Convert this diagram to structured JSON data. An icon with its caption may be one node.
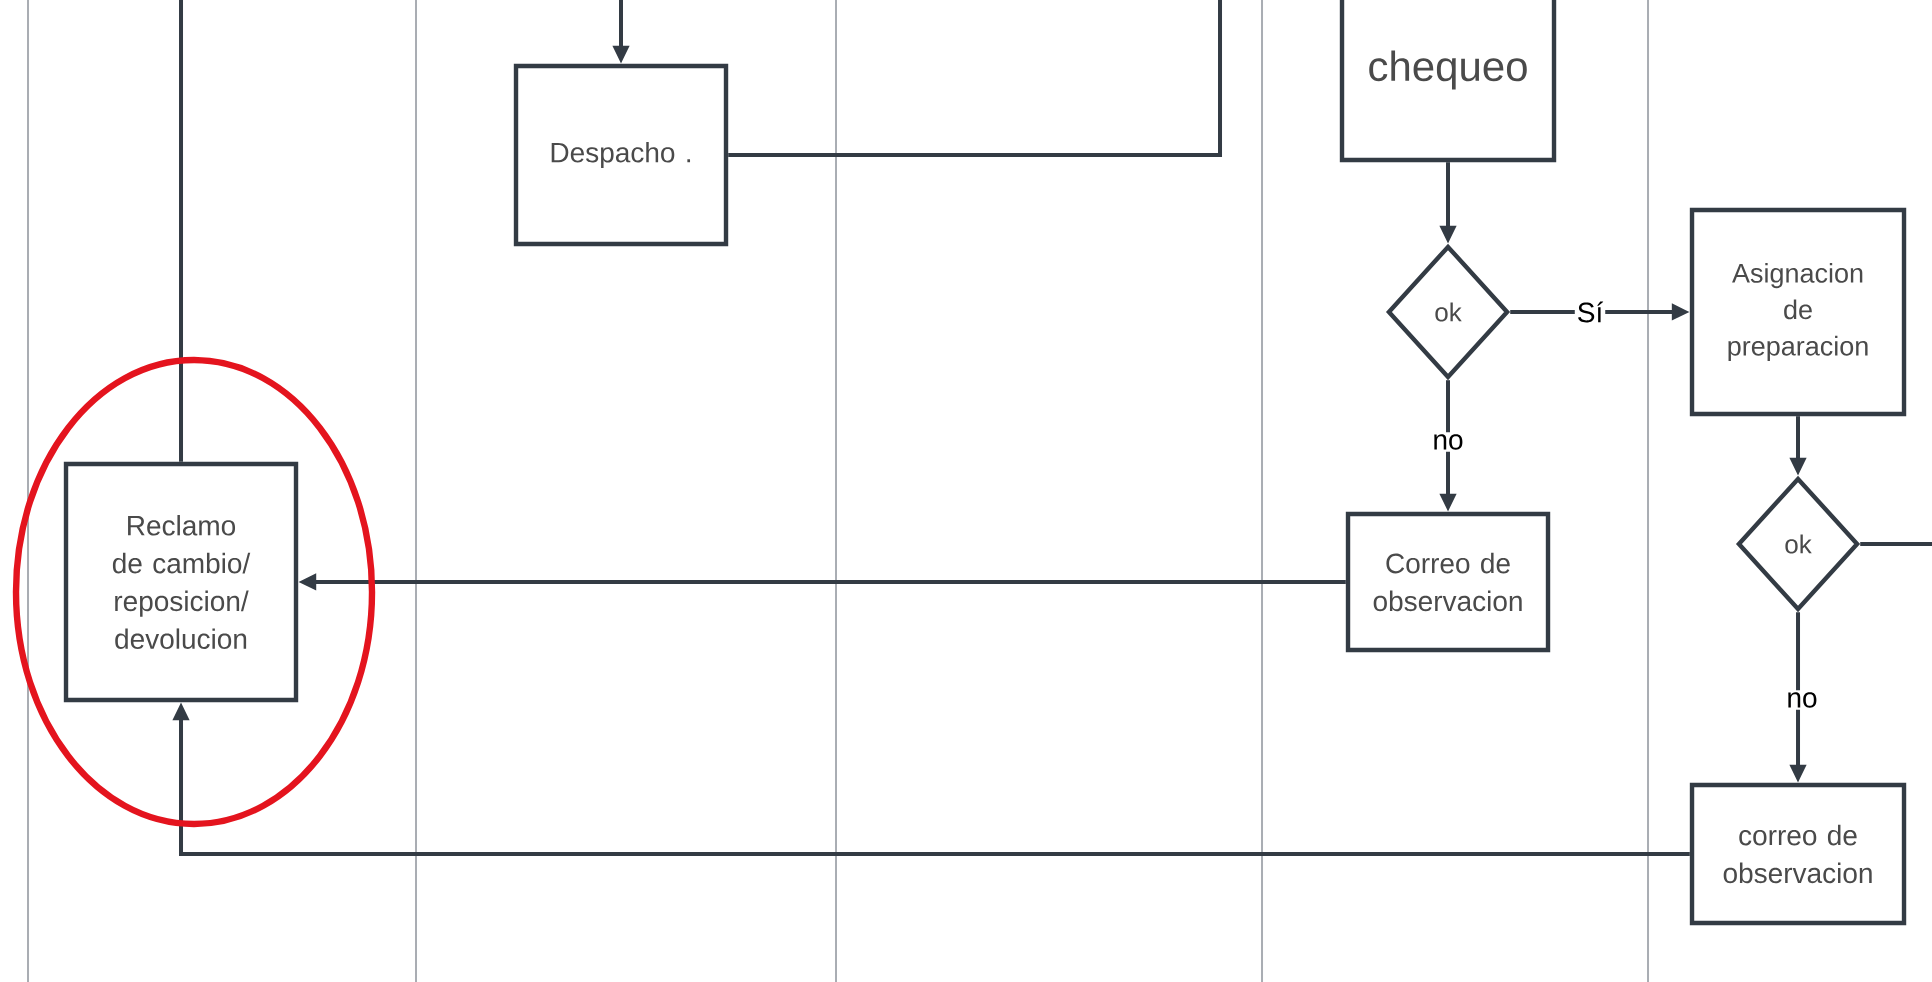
{
  "diagram": {
    "nodes": [
      {
        "text": [
          "Despacho ."
        ]
      },
      {
        "text": [
          "chequeo"
        ]
      },
      {
        "text": [
          "ok"
        ]
      },
      {
        "text": [
          "Asignacion de preparacion"
        ]
      },
      {
        "text": [
          "Reclamo de cambio/ reposicion/ devolucion"
        ]
      },
      {
        "text": [
          "Correo de observacion"
        ]
      },
      {
        "text": [
          "ok"
        ]
      },
      {
        "text": [
          "correo de observacion"
        ]
      }
    ],
    "edges": [
      {
        "from": null,
        "to": 0,
        "arrow": "to"
      },
      {
        "from": 0,
        "to": null,
        "arrow": "none"
      },
      {
        "from": 1,
        "to": 2,
        "arrow": "to"
      },
      {
        "from": 2,
        "to": 3,
        "arrow": "to",
        "label": "Sí"
      },
      {
        "from": 2,
        "to": 5,
        "arrow": "to",
        "label": "no"
      },
      {
        "from": 5,
        "to": 4,
        "arrow": "to"
      },
      {
        "from": 3,
        "to": 6,
        "arrow": "to"
      },
      {
        "from": 6,
        "to": 7,
        "arrow": "to",
        "label": "no"
      },
      {
        "from": 6,
        "to": null,
        "arrow": "none"
      },
      {
        "from": 7,
        "to": 4,
        "arrow": "to"
      },
      {
        "from": 4,
        "to": null,
        "arrow": "none"
      }
    ]
  }
}
